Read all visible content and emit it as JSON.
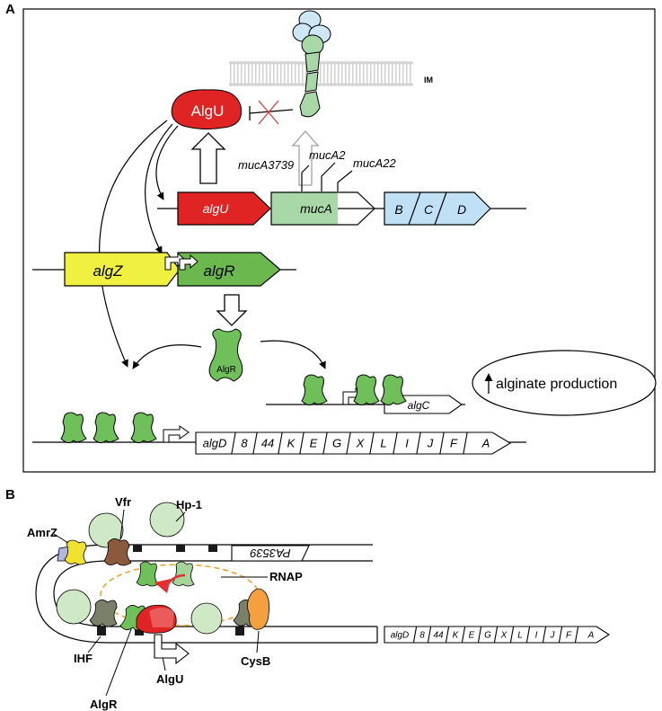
{
  "panels": {
    "a": {
      "letter": "A"
    },
    "b": {
      "letter": "B"
    }
  },
  "panel_a": {
    "membrane_label": "IM",
    "algu_protein": "AlgU",
    "mutations": [
      "mucA3739",
      "mucA2",
      "mucA22"
    ],
    "operon1_genes": [
      "algU",
      "mucA",
      "B",
      "C",
      "D"
    ],
    "operon2_genes": [
      "algZ",
      "algR"
    ],
    "algr_protein": "AlgR",
    "algc_gene": "algC",
    "output_label": "alginate production",
    "alg_operon": [
      "algD",
      "8",
      "44",
      "K",
      "E",
      "G",
      "X",
      "L",
      "I",
      "J",
      "F",
      "A"
    ]
  },
  "panel_b": {
    "proteins": {
      "amrz": "AmrZ",
      "vfr": "Vfr",
      "hp1": "Hp-1",
      "rnap": "RNAP",
      "ihf": "IHF",
      "algr": "AlgR",
      "algu": "AlgU",
      "cysb": "CysB"
    },
    "gene_pa3539": "PA3539",
    "alg_operon": [
      "algD",
      "8",
      "44",
      "K",
      "E",
      "G",
      "X",
      "L",
      "I",
      "J",
      "F",
      "A"
    ]
  },
  "colors": {
    "algu_red": "#e02424",
    "muca_green": "#a8d8a8",
    "bcd_blue": "#bfe0f5",
    "algz_yellow": "#f0f040",
    "algr_green": "#6ab84e",
    "protein_green": "#6fbf5a",
    "light_circle": "#cfe8c5",
    "vfr_brown": "#8b5a3c",
    "amrz_yellow": "#f2e230",
    "cysb_orange": "#f5a040",
    "ihf_gray": "#7a8068",
    "rnap_orange": "#f0a020",
    "dna_blue": "#b0b8e0"
  }
}
